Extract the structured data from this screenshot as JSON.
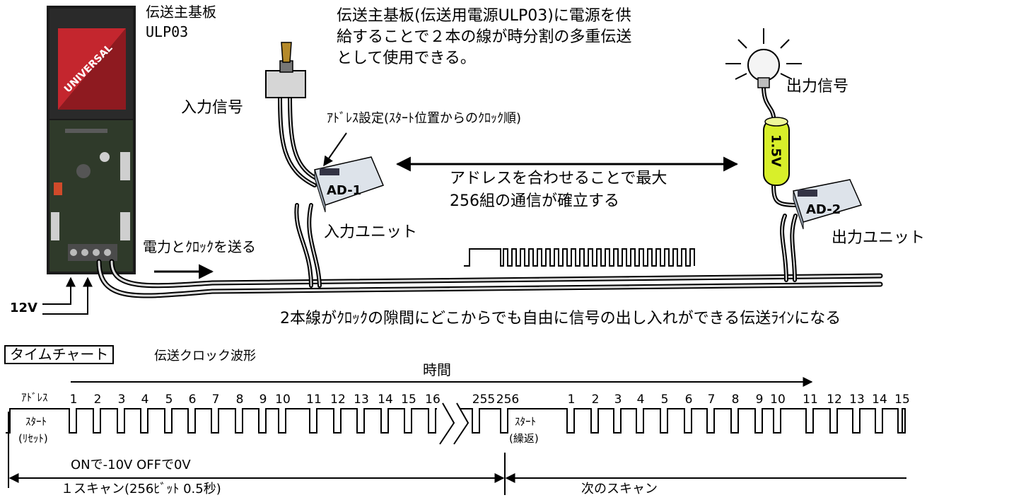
{
  "board": {
    "title": "伝送主基板",
    "model": "ULP03",
    "voltage": "12V",
    "logo_text": "UNIVERSAL"
  },
  "description": {
    "line1": "伝送主基板(伝送用電源ULP03)に電源を供",
    "line2": "給することで２本の線が時分割の多重伝送",
    "line3": "として使用できる。"
  },
  "input": {
    "signal_label": "入力信号",
    "address_setting": "ｱﾄﾞﾚｽ設定(ｽﾀｰﾄ位置からのｸﾛｯｸ順)",
    "unit_badge": "AD-1",
    "unit_label": "入力ユニット"
  },
  "output": {
    "signal_label": "出力信号",
    "battery_label": "1.5V",
    "unit_badge": "AD-2",
    "unit_label": "出力ユニット"
  },
  "address_match": {
    "line1": "アドレスを合わせることで最大",
    "line2": "256組の通信が確立する"
  },
  "power_clock": "電力とｸﾛｯｸを送る",
  "line_description": "2本線がｸﾛｯｸの隙間にどこからでも自由に信号の出し入れができる伝送ﾗｲﾝになる",
  "timechart": {
    "title": "タイムチャート",
    "waveform_label": "伝送クロック波形",
    "time_label": "時間",
    "address_label": "ｱﾄﾞﾚｽ",
    "clock_numbers_first": [
      "1",
      "2",
      "3",
      "4",
      "5",
      "6",
      "7",
      "8",
      "9",
      "10",
      "11",
      "12",
      "13",
      "14",
      "15",
      "16"
    ],
    "clock_numbers_end": [
      "255",
      "256"
    ],
    "clock_numbers_next": [
      "1",
      "2",
      "3",
      "4",
      "5",
      "6",
      "7",
      "8",
      "9",
      "10",
      "11",
      "12",
      "13",
      "14",
      "15"
    ],
    "start_reset_1": "ｽﾀｰﾄ",
    "start_reset_2": "(ﾘｾｯﾄ)",
    "start_repeat_1": "ｽﾀｰﾄ",
    "start_repeat_2": "(繰返)",
    "voltage_note": "ONで-10V OFFで0V",
    "scan_label": "１スキャン(256ﾋﾞｯﾄ 0.5秒)",
    "next_scan_label": "次のスキャン"
  }
}
